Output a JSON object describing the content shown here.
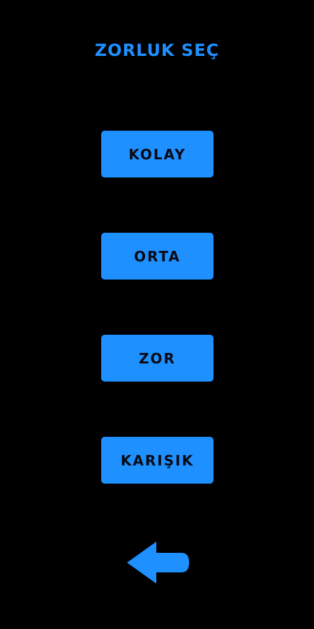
{
  "screen": {
    "title": "ZORLUK SEÇ",
    "background": "#000000",
    "accent_color": "#1E90FF"
  },
  "difficulty_buttons": [
    {
      "label": "KOLAY"
    },
    {
      "label": "ORTA"
    },
    {
      "label": "ZOR"
    },
    {
      "label": "KARIŞIK"
    }
  ],
  "back_button": {
    "icon": "arrow-left-icon"
  }
}
